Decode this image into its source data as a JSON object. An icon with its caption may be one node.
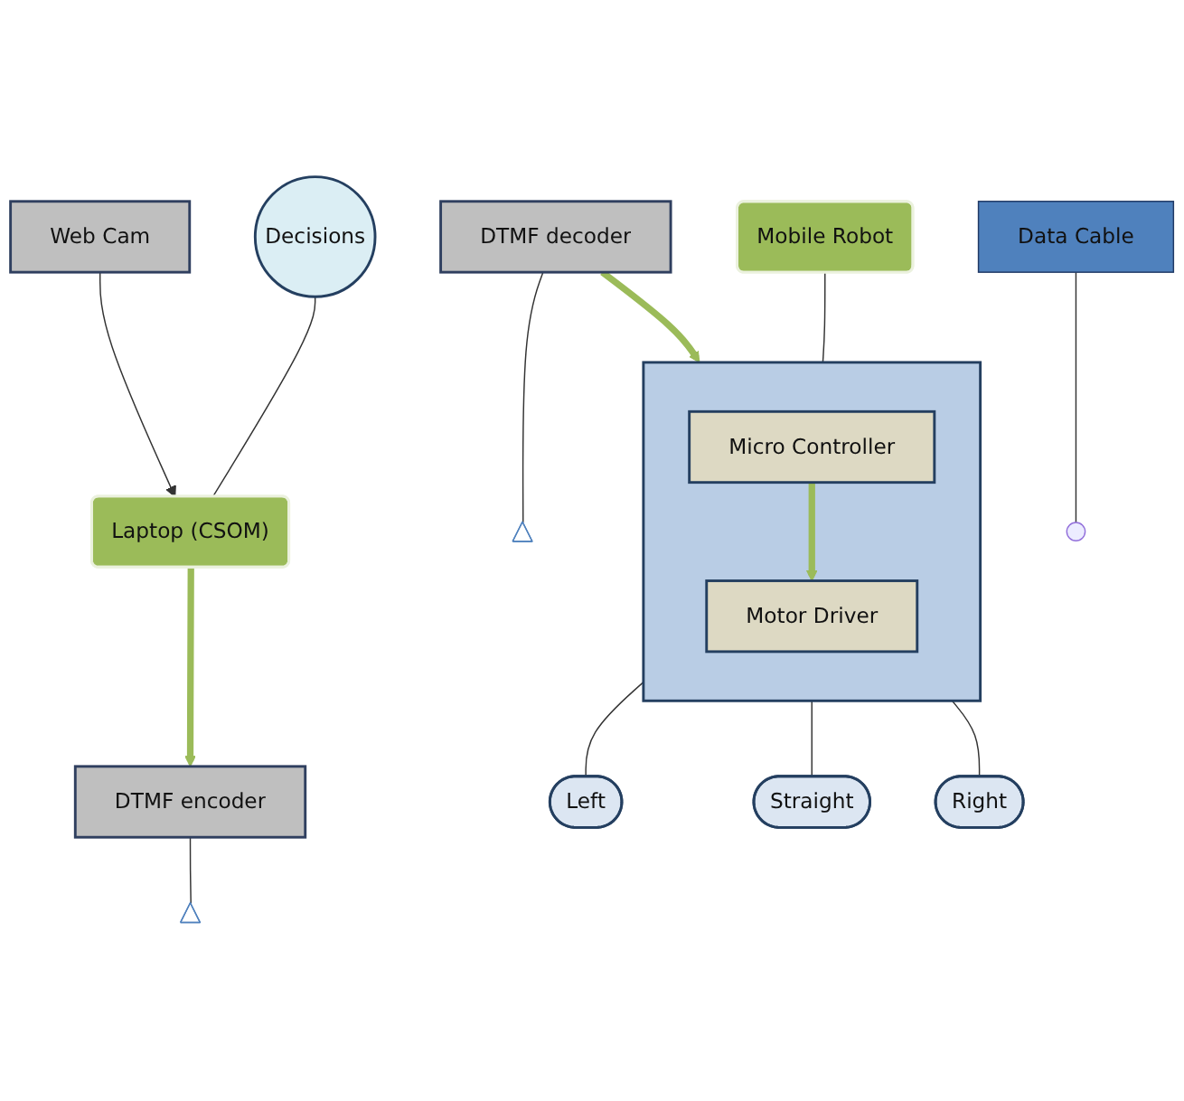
{
  "diagram": {
    "nodes": [
      {
        "text": [
          "Data Cable"
        ]
      },
      {
        "text": [
          "Web Cam"
        ]
      },
      {
        "text": [
          "Laptop (CSOM)"
        ]
      },
      {
        "text": [
          "Decisions"
        ]
      },
      {
        "text": [
          "DTMF decoder"
        ]
      },
      {
        "text": [],
        "shape": "antenna"
      },
      {
        "text": [],
        "shape": "antenna"
      },
      {
        "text": [
          "DTMF encoder"
        ]
      },
      {
        "text": [
          "Mobile Robot"
        ]
      },
      {
        "text": [],
        "shape": "box"
      },
      {
        "text": [
          "Micro Controller"
        ],
        "in": 9
      },
      {
        "text": [
          "Motor Driver"
        ],
        "in": 9
      },
      {
        "text": [
          "Left"
        ]
      },
      {
        "text": [
          "Straight"
        ]
      },
      {
        "text": [
          "Right"
        ]
      }
    ],
    "edges": [
      {
        "from": 1,
        "to": 2,
        "arrow": "to"
      },
      {
        "from": 0,
        "to": null,
        "arrow": "none"
      },
      {
        "from": 3,
        "to": 2,
        "arrow": "none"
      },
      {
        "from": 2,
        "to": 7,
        "arrow": "to",
        "style": "thick",
        "color": "#9bbb59"
      },
      {
        "from": 4,
        "to": 5,
        "arrow": "none"
      },
      {
        "from": 7,
        "to": 6,
        "arrow": "none"
      },
      {
        "from": 4,
        "to": 9,
        "arrow": "to",
        "style": "thick",
        "color": "#9bbb59"
      },
      {
        "from": 8,
        "to": 9,
        "arrow": "none"
      },
      {
        "from": 10,
        "to": 11,
        "arrow": "to",
        "style": "thick",
        "color": "#9bbb59"
      },
      {
        "from": 9,
        "to": 12,
        "arrow": "none"
      },
      {
        "from": 9,
        "to": 13,
        "arrow": "none"
      },
      {
        "from": 9,
        "to": 14,
        "arrow": "none"
      }
    ]
  }
}
